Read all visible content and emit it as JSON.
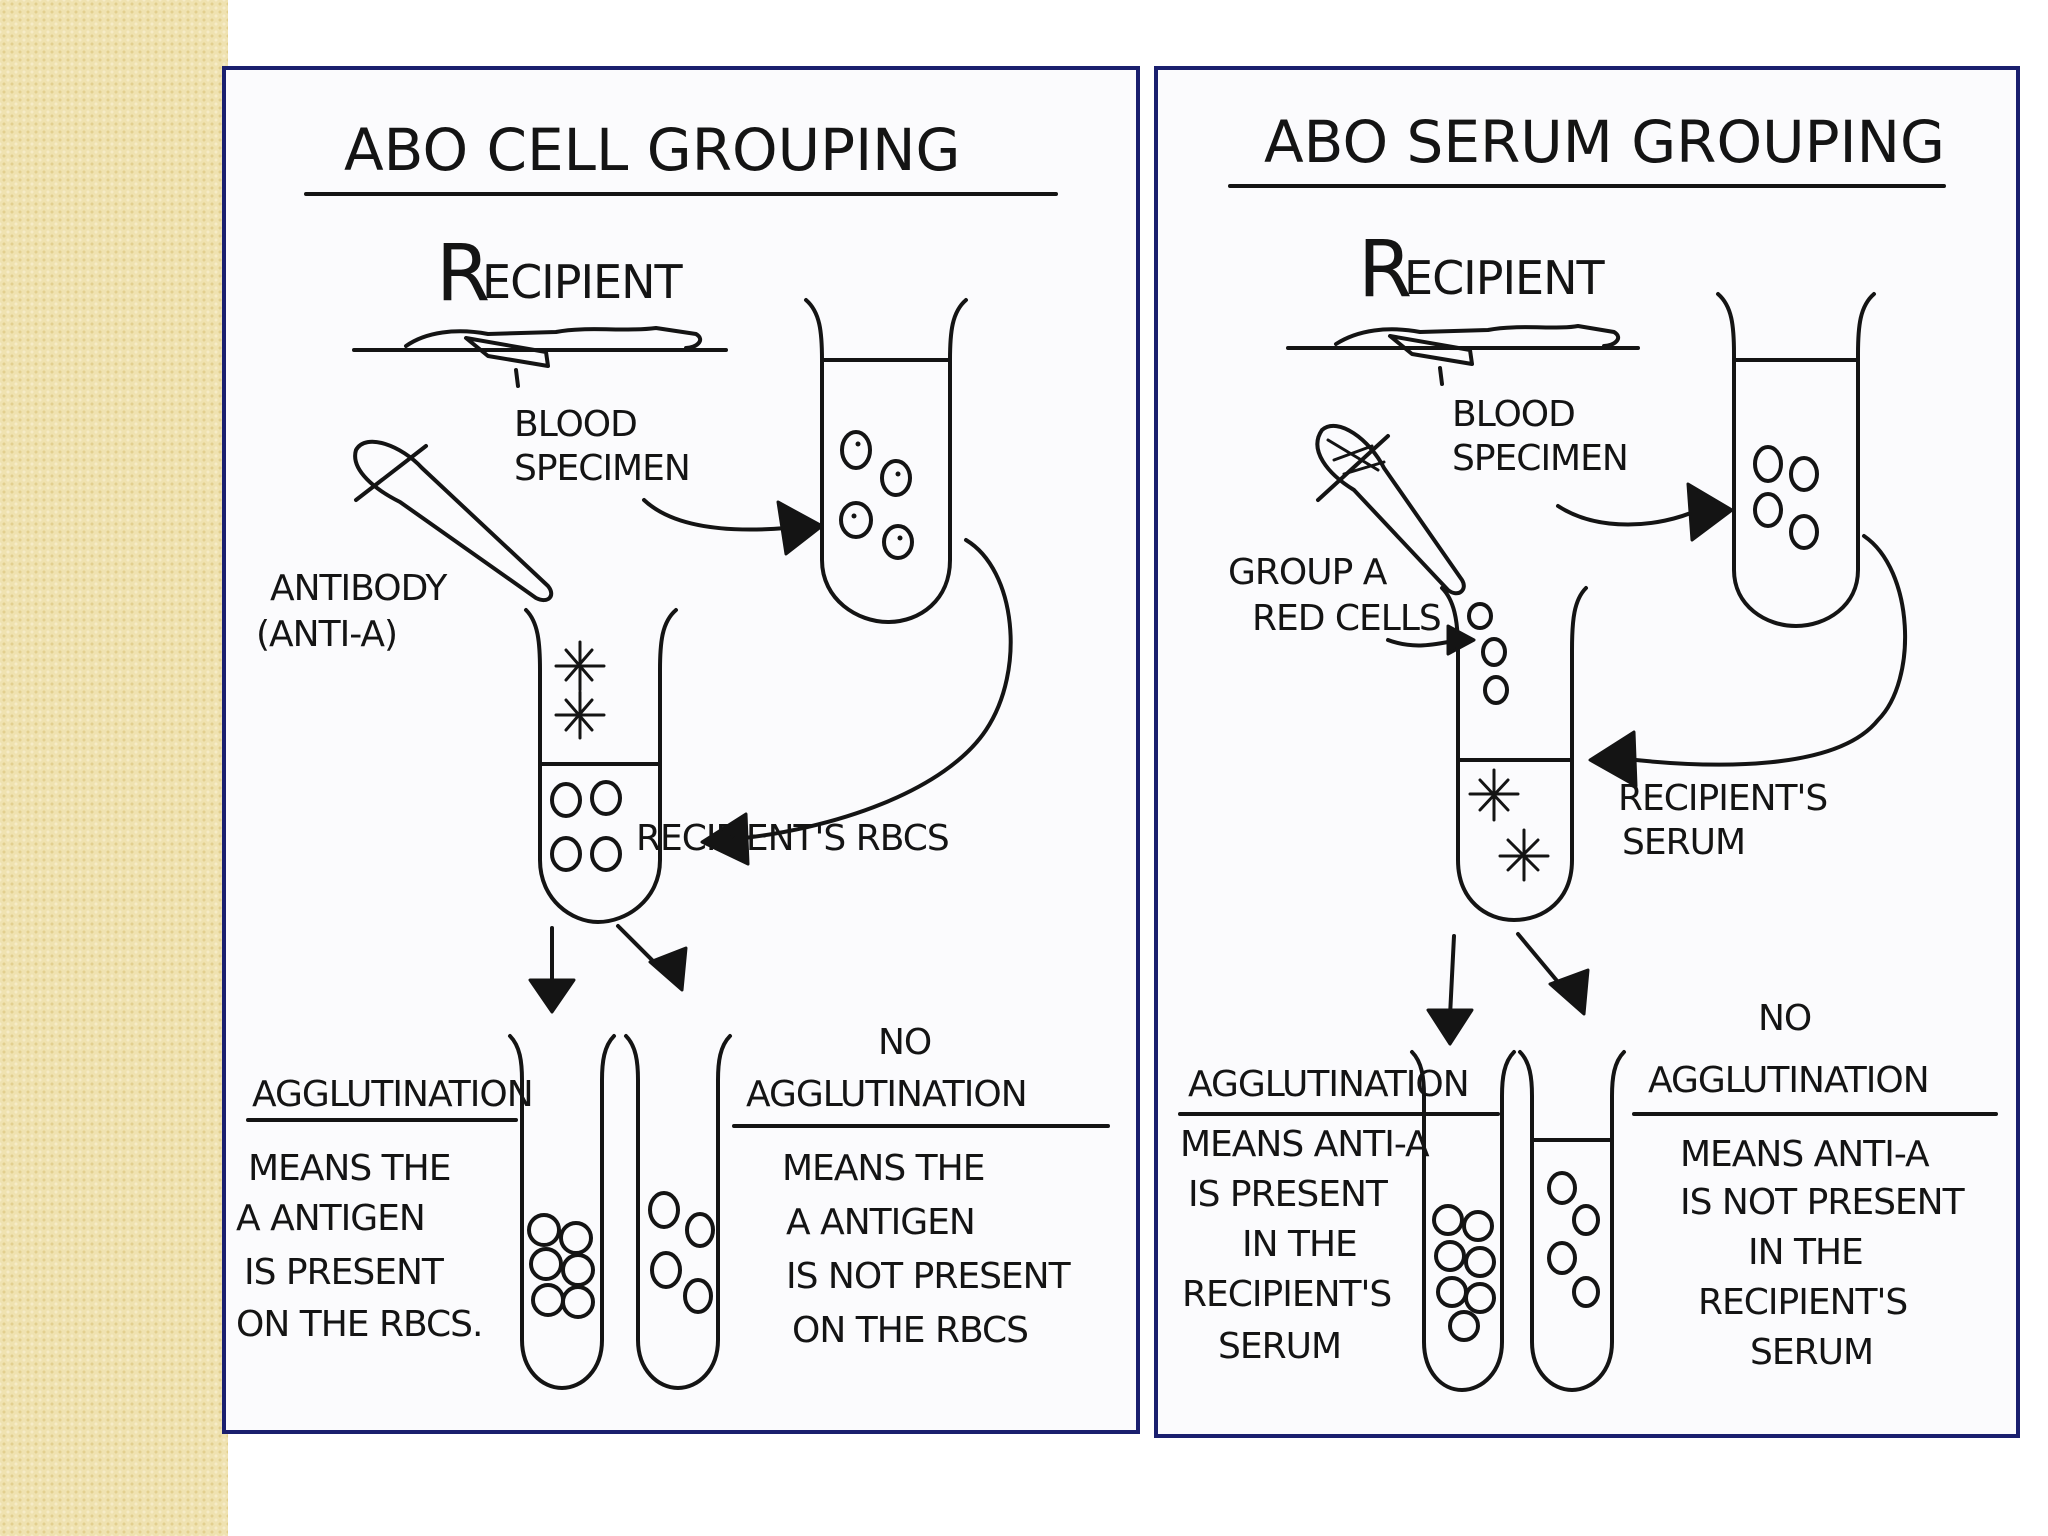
{
  "left_panel": {
    "title": "ABO CELL GROUPING",
    "recipient_initial": "R",
    "recipient_rest": "ECIPIENT",
    "blood_specimen": [
      "BLOOD",
      "SPECIMEN"
    ],
    "antibody": [
      "ANTIBODY",
      "(ANTI-A)"
    ],
    "recipient_rbcs": "RECIPIENT'S RBCS",
    "agglutination": "AGGLUTINATION",
    "agglutination_meaning": [
      "MEANS THE",
      "A ANTIGEN",
      "IS PRESENT",
      "ON THE RBCS."
    ],
    "no_label": "NO",
    "no_agglutination": "AGGLUTINATION",
    "no_agglutination_meaning": [
      "MEANS THE",
      "A ANTIGEN",
      "IS NOT PRESENT",
      "ON THE RBCS"
    ]
  },
  "right_panel": {
    "title": "ABO SERUM GROUPING",
    "recipient_initial": "R",
    "recipient_rest": "ECIPIENT",
    "blood_specimen": [
      "BLOOD",
      "SPECIMEN"
    ],
    "group_a_cells": [
      "GROUP A",
      "RED CELLS"
    ],
    "recipient_serum": [
      "RECIPIENT'S",
      "SERUM"
    ],
    "agglutination": "AGGLUTINATION",
    "agglutination_meaning": [
      "MEANS ANTI-A",
      "IS PRESENT",
      "IN THE",
      "RECIPIENT'S",
      "SERUM"
    ],
    "no_label": "NO",
    "no_agglutination": "AGGLUTINATION",
    "no_agglutination_meaning": [
      "MEANS ANTI-A",
      "IS NOT PRESENT",
      "IN THE",
      "RECIPIENT'S",
      "SERUM"
    ]
  },
  "colors": {
    "panel_border": "#1a1f6e",
    "ink": "#141414",
    "strip": "#efe2b0"
  }
}
